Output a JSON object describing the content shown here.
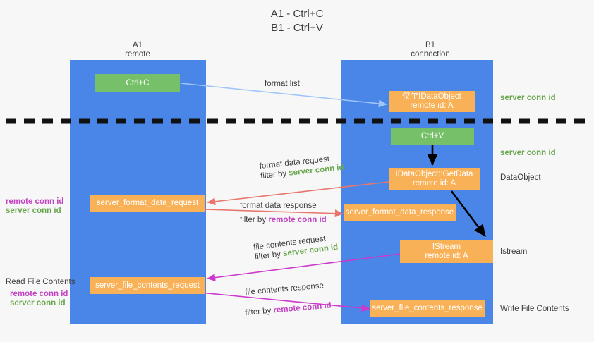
{
  "title": {
    "line1": "A1 - Ctrl+C",
    "line2": "B1 - Ctrl+V"
  },
  "colors": {
    "lane": "#4a86e8",
    "green_box": "#77c06a",
    "orange_box": "#f9b157",
    "server_conn_text": "#6aa84f",
    "remote_conn_text": "#c341c3",
    "arrow_blue": "#9fc5f8",
    "arrow_red": "#e8766d",
    "arrow_magenta": "#cc38cc",
    "arrow_black": "#000000",
    "divider": "#111111",
    "background": "#f7f7f7"
  },
  "lanes": [
    {
      "id": "a1",
      "title": "A1",
      "subtitle": "remote"
    },
    {
      "id": "b1",
      "title": "B1",
      "subtitle": "connection"
    }
  ],
  "boxes": [
    {
      "id": "ctrl-c",
      "kind": "green",
      "line1": "Ctrl+C",
      "line2": ""
    },
    {
      "id": "idataobject-create",
      "kind": "orange",
      "line1": "仅亇IDataObject",
      "line2": "remote id: A"
    },
    {
      "id": "ctrl-v",
      "kind": "green",
      "line1": "Ctrl+V",
      "line2": ""
    },
    {
      "id": "idataobject-getdata",
      "kind": "orange",
      "line1": "IDataObject::GetData",
      "line2": "remote id: A"
    },
    {
      "id": "server-format-data-request",
      "kind": "orange",
      "line1": "server_format_data_request",
      "line2": ""
    },
    {
      "id": "server-format-data-response",
      "kind": "orange",
      "line1": "server_format_data_response",
      "line2": ""
    },
    {
      "id": "istream",
      "kind": "orange",
      "line1": "IStream",
      "line2": "remote id: A"
    },
    {
      "id": "server-file-contents-request",
      "kind": "orange",
      "line1": "server_file_contents_request",
      "line2": ""
    },
    {
      "id": "server-file-contents-response",
      "kind": "orange",
      "line1": "server_file_contents_response",
      "line2": ""
    }
  ],
  "arrow_labels": {
    "format_list": "format list",
    "format_data_request": "format data request",
    "format_data_response": "format data response",
    "file_contents_request": "file contents request",
    "file_contents_response": "file contents response",
    "filter_by": "filter by",
    "server_conn_id": "server conn id",
    "remote_conn_id": "remote conn id"
  },
  "right_annotations": [
    {
      "id": "server-conn-id-top",
      "text": "server conn id",
      "style": "green"
    },
    {
      "id": "server-conn-id-second",
      "text": "server conn id",
      "style": "green"
    },
    {
      "id": "dataobject",
      "text": "DataObject",
      "style": "plain"
    },
    {
      "id": "istream-label",
      "text": "Istream",
      "style": "plain"
    },
    {
      "id": "write-file-contents",
      "text": "Write File Contents",
      "style": "plain"
    }
  ],
  "left_annotations": [
    {
      "id": "conn-ids-middle-remote",
      "text": "remote conn id",
      "style": "magenta"
    },
    {
      "id": "conn-ids-middle-server",
      "text": "server conn id",
      "style": "green"
    },
    {
      "id": "read-file-contents",
      "text": "Read File Contents",
      "style": "plain"
    },
    {
      "id": "conn-ids-bottom-remote",
      "text": "remote conn id",
      "style": "magenta"
    },
    {
      "id": "conn-ids-bottom-server",
      "text": "server conn id",
      "style": "green"
    }
  ]
}
